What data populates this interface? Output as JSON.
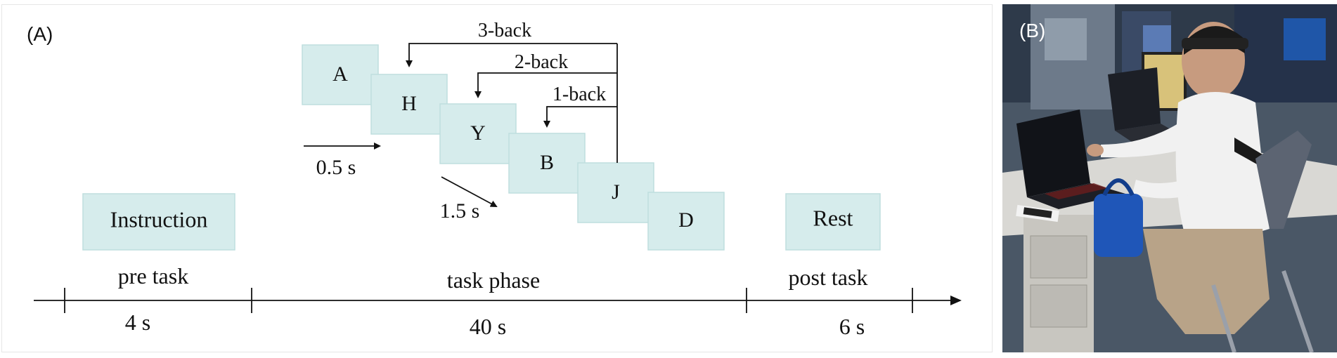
{
  "panel_a": {
    "label": "(A)",
    "stimuli": [
      {
        "letter": "A"
      },
      {
        "letter": "H"
      },
      {
        "letter": "Y"
      },
      {
        "letter": "B"
      },
      {
        "letter": "J"
      },
      {
        "letter": "D"
      }
    ],
    "back_labels": {
      "three": "3-back",
      "two": "2-back",
      "one": "1-back"
    },
    "timing": {
      "stimulus": "0.5 s",
      "interval": "1.5 s"
    },
    "boxes": {
      "instruction": "Instruction",
      "rest": "Rest"
    },
    "phases": {
      "pre": "pre task",
      "task": "task phase",
      "post": "post task"
    },
    "durations": {
      "pre": "4 s",
      "task": "40 s",
      "post": "6 s"
    },
    "colors": {
      "box_fill": "#d6ecec",
      "box_stroke": "#bfdede",
      "line": "#111111"
    }
  },
  "panel_b": {
    "label": "(B)"
  }
}
